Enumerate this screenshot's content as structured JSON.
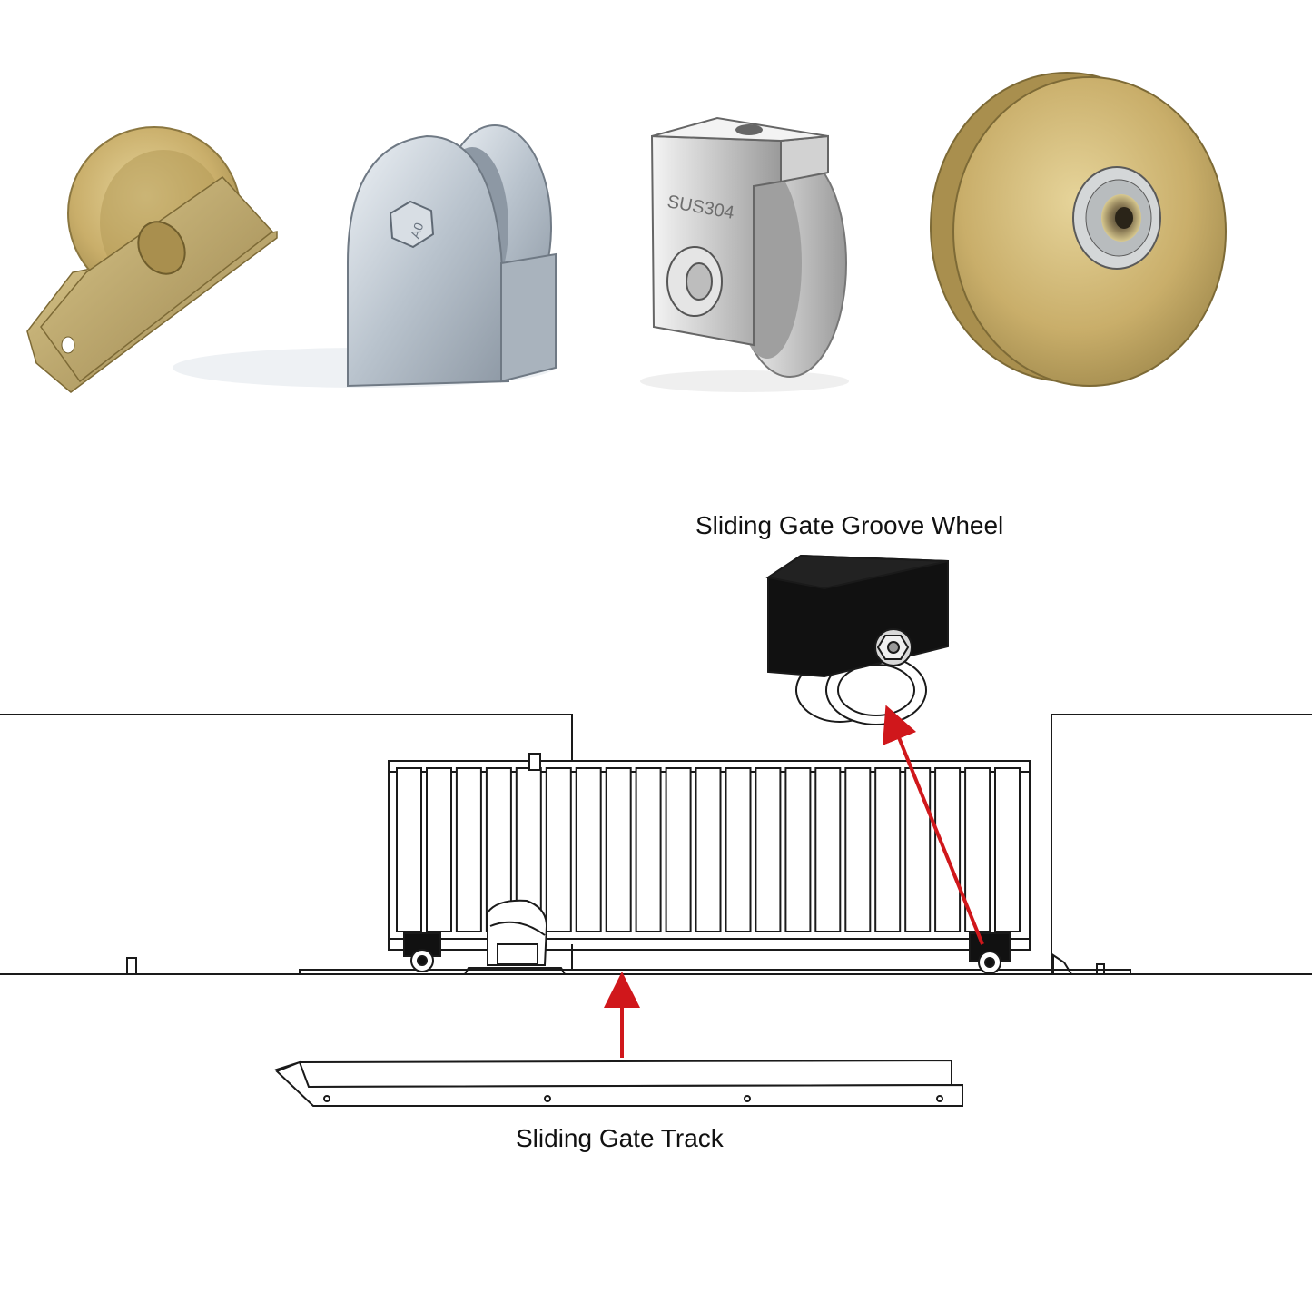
{
  "labels": {
    "groove_wheel": "Sliding Gate Groove Wheel",
    "track": "Sliding Gate Track",
    "stamp": "SUS304",
    "bolt_mark": "A0"
  },
  "products": [
    {
      "name": "v-groove-wheel-bracket",
      "finish": "yellow-zinc"
    },
    {
      "name": "v-groove-wheel-bracket",
      "finish": "silver-zinc"
    },
    {
      "name": "stainless-wheel-bracket",
      "finish": "stainless"
    },
    {
      "name": "u-groove-wheel-with-bearing",
      "finish": "yellow-zinc"
    }
  ],
  "colors": {
    "yellow_zinc": "#c9b06a",
    "steel": "#c4ccd4",
    "arrow": "#d0171b",
    "line": "#1a1a1a",
    "housing": "#111111"
  }
}
